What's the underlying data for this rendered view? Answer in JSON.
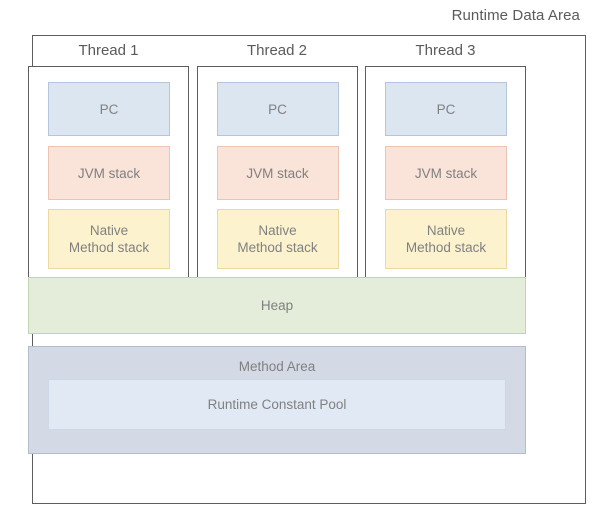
{
  "diagram": {
    "title": "Runtime Data Area",
    "threads": [
      {
        "label": "Thread 1",
        "blocks": [
          {
            "name": "pc",
            "label": "PC",
            "color": "#dce6f1"
          },
          {
            "name": "jvm-stack",
            "label": "JVM stack",
            "color": "#fae3d8"
          },
          {
            "name": "native-method-stack",
            "label": "Native\nMethod stack",
            "line1": "Native",
            "line2": "Method stack",
            "color": "#fdf2ce"
          }
        ]
      },
      {
        "label": "Thread 2",
        "blocks": [
          {
            "name": "pc",
            "label": "PC",
            "color": "#dce6f1"
          },
          {
            "name": "jvm-stack",
            "label": "JVM stack",
            "color": "#fae3d8"
          },
          {
            "name": "native-method-stack",
            "label": "Native\nMethod stack",
            "line1": "Native",
            "line2": "Method stack",
            "color": "#fdf2ce"
          }
        ]
      },
      {
        "label": "Thread 3",
        "blocks": [
          {
            "name": "pc",
            "label": "PC",
            "color": "#dce6f1"
          },
          {
            "name": "jvm-stack",
            "label": "JVM stack",
            "color": "#fae3d8"
          },
          {
            "name": "native-method-stack",
            "label": "Native\nMethod stack",
            "line1": "Native",
            "line2": "Method stack",
            "color": "#fdf2ce"
          }
        ]
      }
    ],
    "heap": {
      "label": "Heap",
      "color": "#e3edda"
    },
    "method_area": {
      "label": "Method Area",
      "color": "#d4dae5",
      "constant_pool": {
        "label": "Runtime Constant Pool",
        "color": "#e1eaf4"
      }
    },
    "colors": {
      "frame_border": "#5d5d5d",
      "text": "#808080",
      "title_text": "#5a5a5a",
      "background": "#ffffff"
    }
  }
}
